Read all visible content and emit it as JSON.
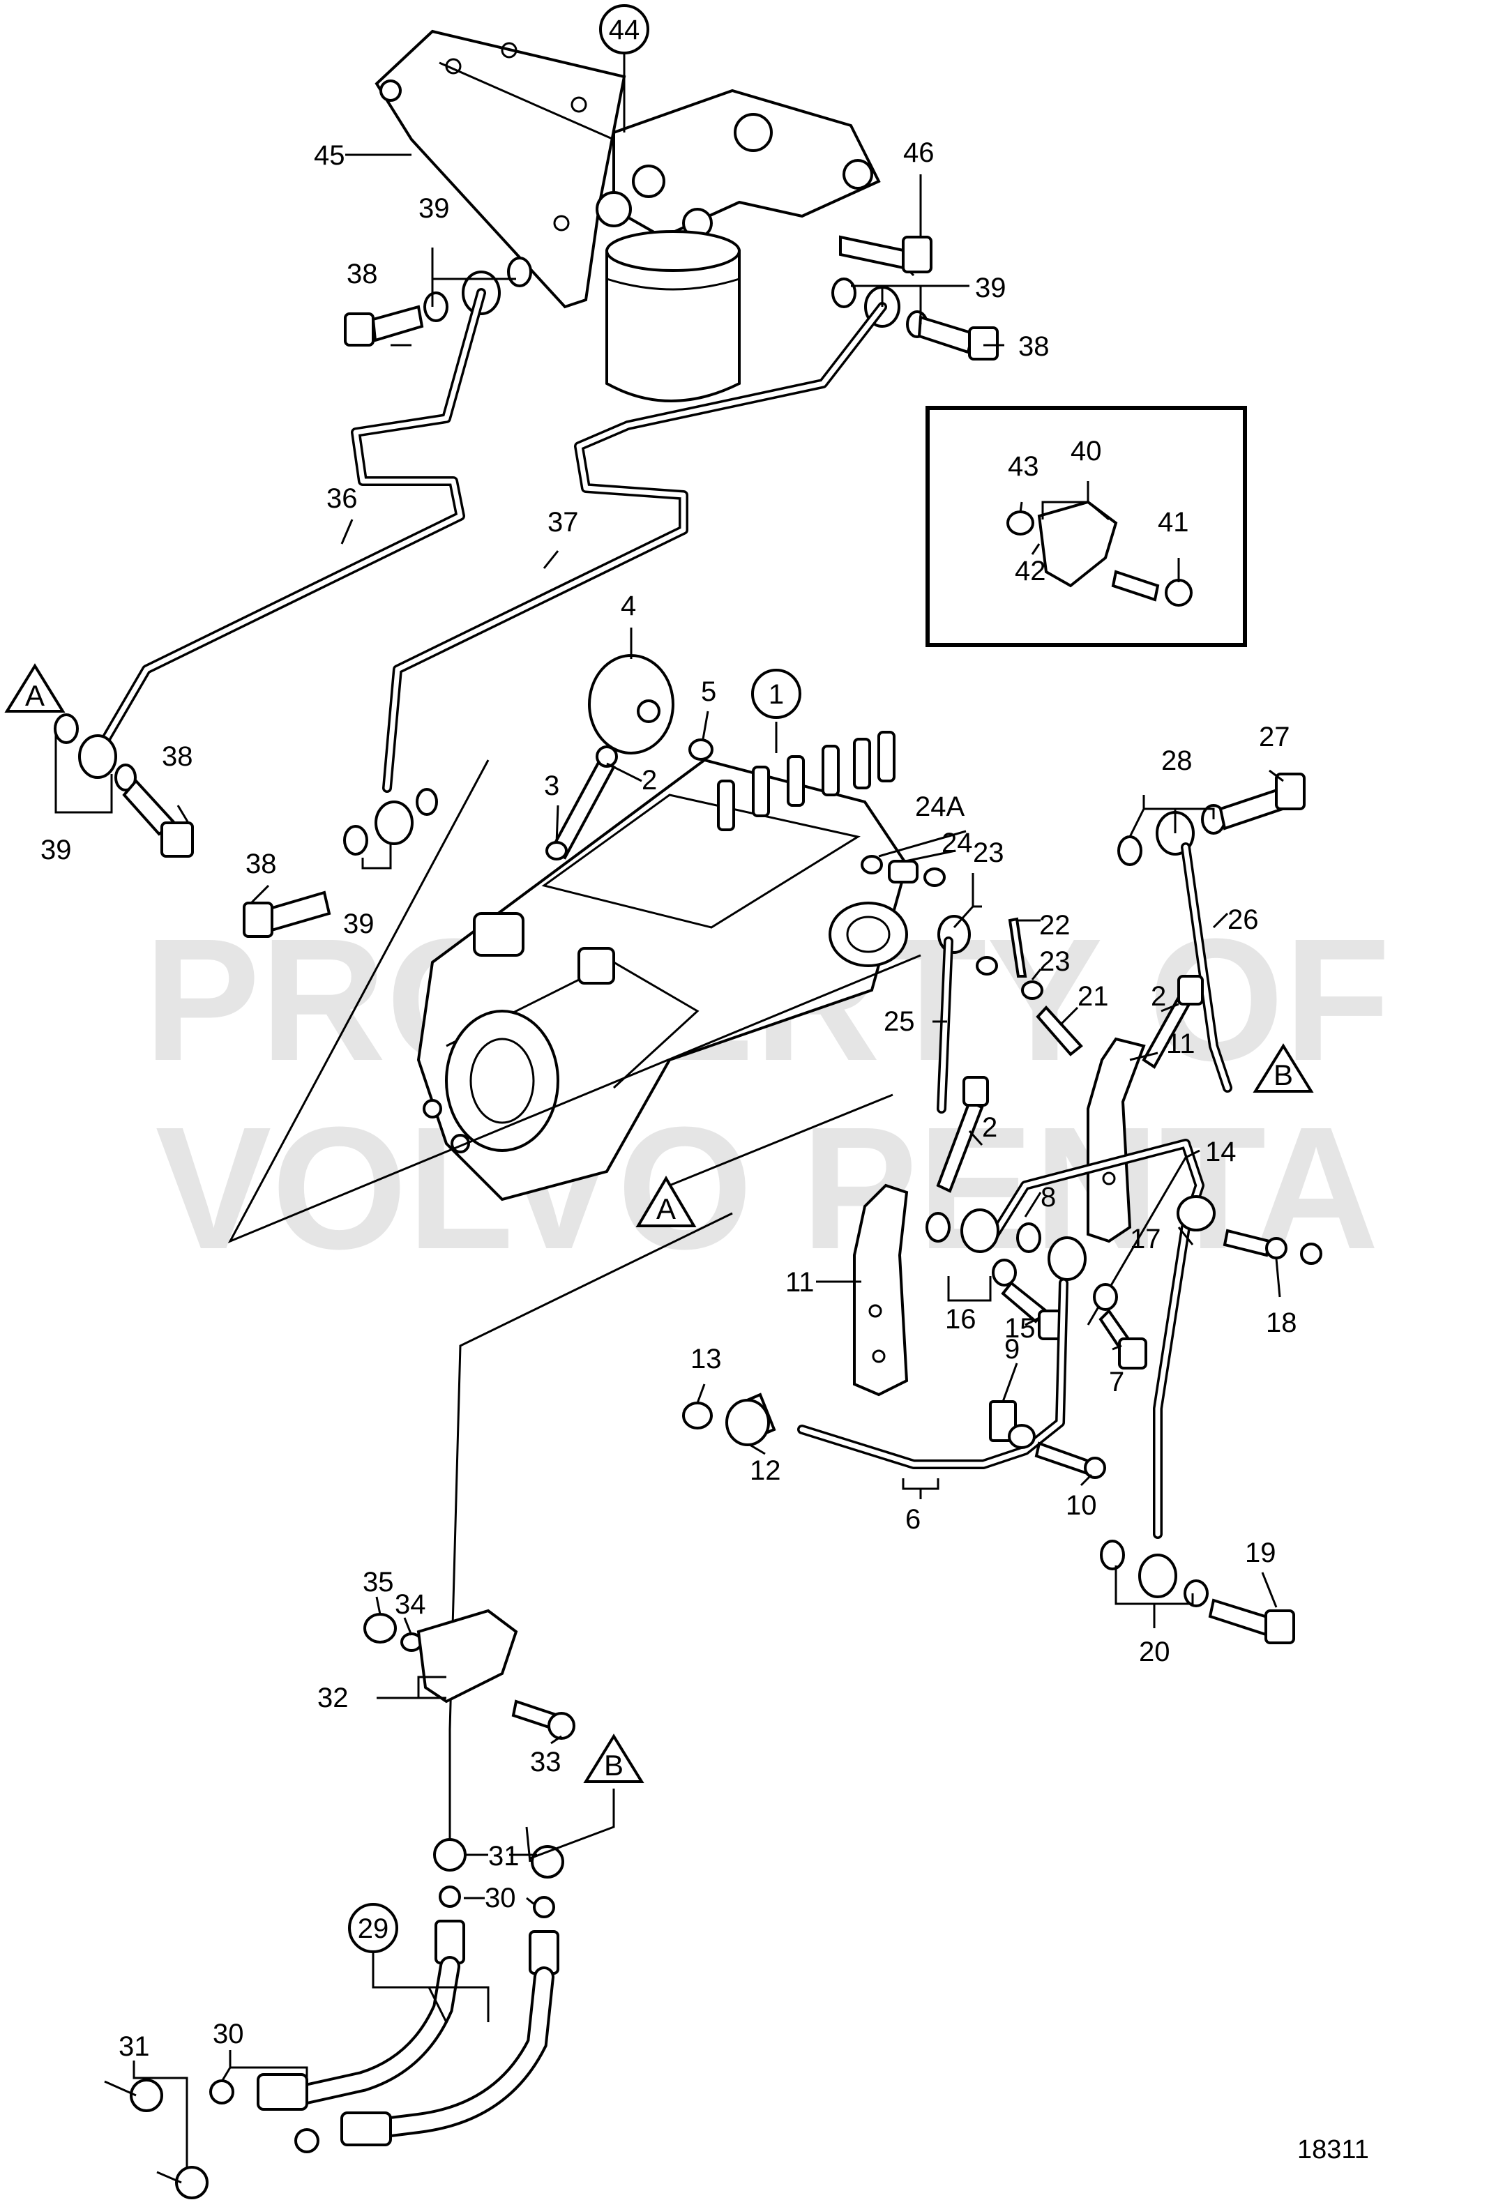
{
  "figure_number": "18311",
  "watermark": {
    "line1": "PROPERTY OF",
    "line2": "VOLVO PENTA"
  },
  "reference_markers": [
    "A",
    "A",
    "B",
    "B"
  ],
  "circled_labels": [
    "44",
    "1",
    "29"
  ],
  "labels": {
    "p2": "2",
    "p3": "3",
    "p4": "4",
    "p5": "5",
    "p6": "6",
    "p7": "7",
    "p8": "8",
    "p9": "9",
    "p10": "10",
    "p11": "11",
    "p12": "12",
    "p13": "13",
    "p14": "14",
    "p15": "15",
    "p16": "16",
    "p17": "17",
    "p18": "18",
    "p19": "19",
    "p20": "20",
    "p21": "21",
    "p22": "22",
    "p23": "23",
    "p24": "24",
    "p24a": "24A",
    "p25": "25",
    "p26": "26",
    "p27": "27",
    "p28": "28",
    "p30": "30",
    "p31": "31",
    "p32": "32",
    "p33": "33",
    "p34": "34",
    "p35": "35",
    "p36": "36",
    "p37": "37",
    "p38": "38",
    "p39": "39",
    "p40": "40",
    "p41": "41",
    "p42": "42",
    "p43": "43",
    "p45": "45",
    "p46": "46"
  }
}
